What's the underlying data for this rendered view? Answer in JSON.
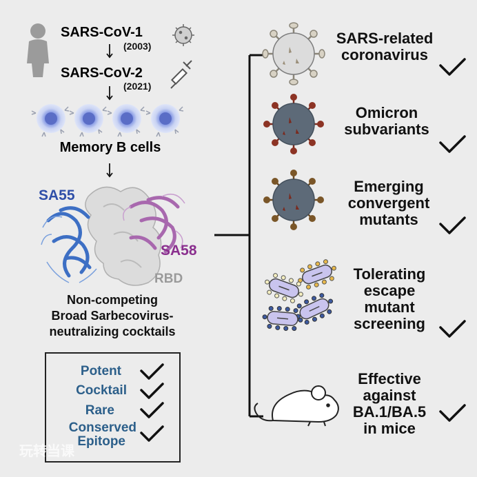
{
  "left": {
    "virus1": "SARS-CoV-1",
    "year1": "(2003)",
    "virus2": "SARS-CoV-2",
    "year2": "(2021)",
    "memory_b_cells": "Memory B cells",
    "antibody1": "SA55",
    "antibody2": "SA58",
    "antigen": "RBD",
    "cocktail_line1": "Non-competing",
    "cocktail_line2": "Broad Sarbecovirus-",
    "cocktail_line3": "neutralizing cocktails"
  },
  "box": {
    "items": [
      "Potent",
      "Cocktail",
      "Rare",
      "Conserved",
      "Epitope"
    ]
  },
  "right": {
    "items": [
      {
        "line1": "SARS-related",
        "line2": "coronavirus"
      },
      {
        "line1": "Omicron",
        "line2": "subvariants"
      },
      {
        "line1": "Emerging",
        "line2": "convergent",
        "line3": "mutants"
      },
      {
        "line1": "Tolerating",
        "line2": "escape",
        "line3": "mutant",
        "line4": "screening"
      },
      {
        "line1": "Effective",
        "line2": "against",
        "line3": "BA.1/BA.5",
        "line4": "in mice"
      }
    ]
  },
  "watermark": "玩转当课",
  "colors": {
    "background": "#ececec",
    "antibody1": "#2f4fa8",
    "antibody2": "#8a2f8e",
    "box_text": "#2c5f8a",
    "virus_light": "#d8d6d0",
    "virus_dark": "#5d6a78",
    "spike_red": "#7a2a1e",
    "spike_brown": "#6b4a22"
  }
}
